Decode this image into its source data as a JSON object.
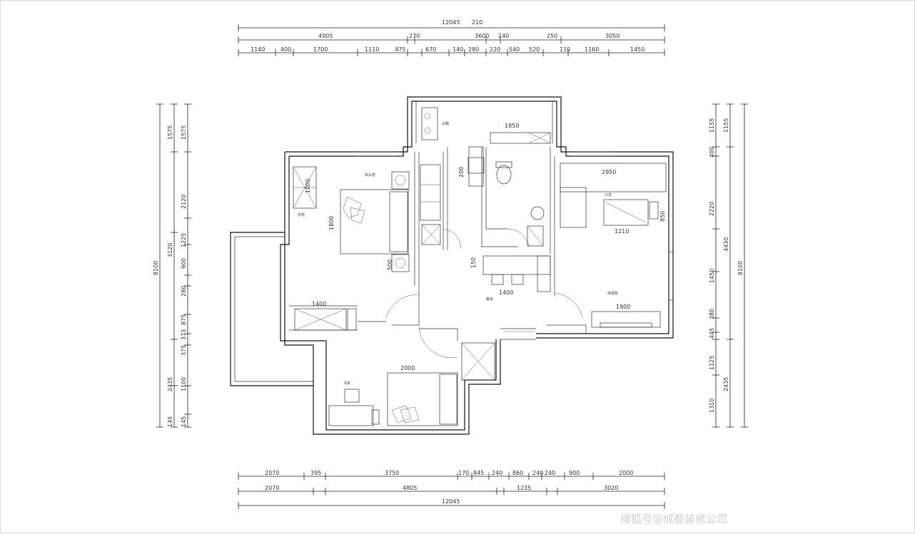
{
  "dimensions": {
    "top": {
      "total": "12045",
      "row1": [
        "4905",
        "270",
        "3600",
        "240",
        "250",
        "3050"
      ],
      "row2": [
        "1140",
        "400",
        "1700",
        "1110",
        "475",
        "670",
        "140",
        "280",
        "220",
        "540",
        "520",
        "110",
        "1160",
        "1450"
      ]
    },
    "bottom": {
      "row1": [
        "2070",
        "395",
        "3750",
        "170",
        "845",
        "240",
        "860",
        "240",
        "240",
        "900",
        "2000"
      ],
      "row2": [
        "2070",
        "4805",
        "1235",
        "3020"
      ],
      "total": "12045"
    },
    "left": {
      "total": "8100",
      "outer": [
        "1575",
        "3120",
        "2435",
        "145"
      ],
      "inner": [
        "1575",
        "2120",
        "1225",
        "900",
        "280",
        "875",
        "373",
        "375",
        "1100",
        "145"
      ]
    },
    "right": {
      "total": "8100",
      "outer": [
        "1155",
        "4430",
        "2435"
      ],
      "inner": [
        "1155",
        "400",
        "2220",
        "1450",
        "380",
        "445",
        "1125",
        "1310"
      ]
    }
  },
  "rooms": {
    "bedroom1_furniture_dims": [
      "1000",
      "1800",
      "1400",
      "150"
    ],
    "kitchen_dims": [
      "1850",
      "200",
      "500"
    ],
    "living_dims": [
      "2950",
      "1210",
      "1900",
      "850"
    ],
    "study_dims": [
      "2000",
      "1400"
    ],
    "labels": [
      "床头柜",
      "衣柜",
      "书桌",
      "沙发",
      "电视柜",
      "餐桌",
      "冰箱"
    ]
  },
  "watermark": "搜狐号@成都装修公司"
}
